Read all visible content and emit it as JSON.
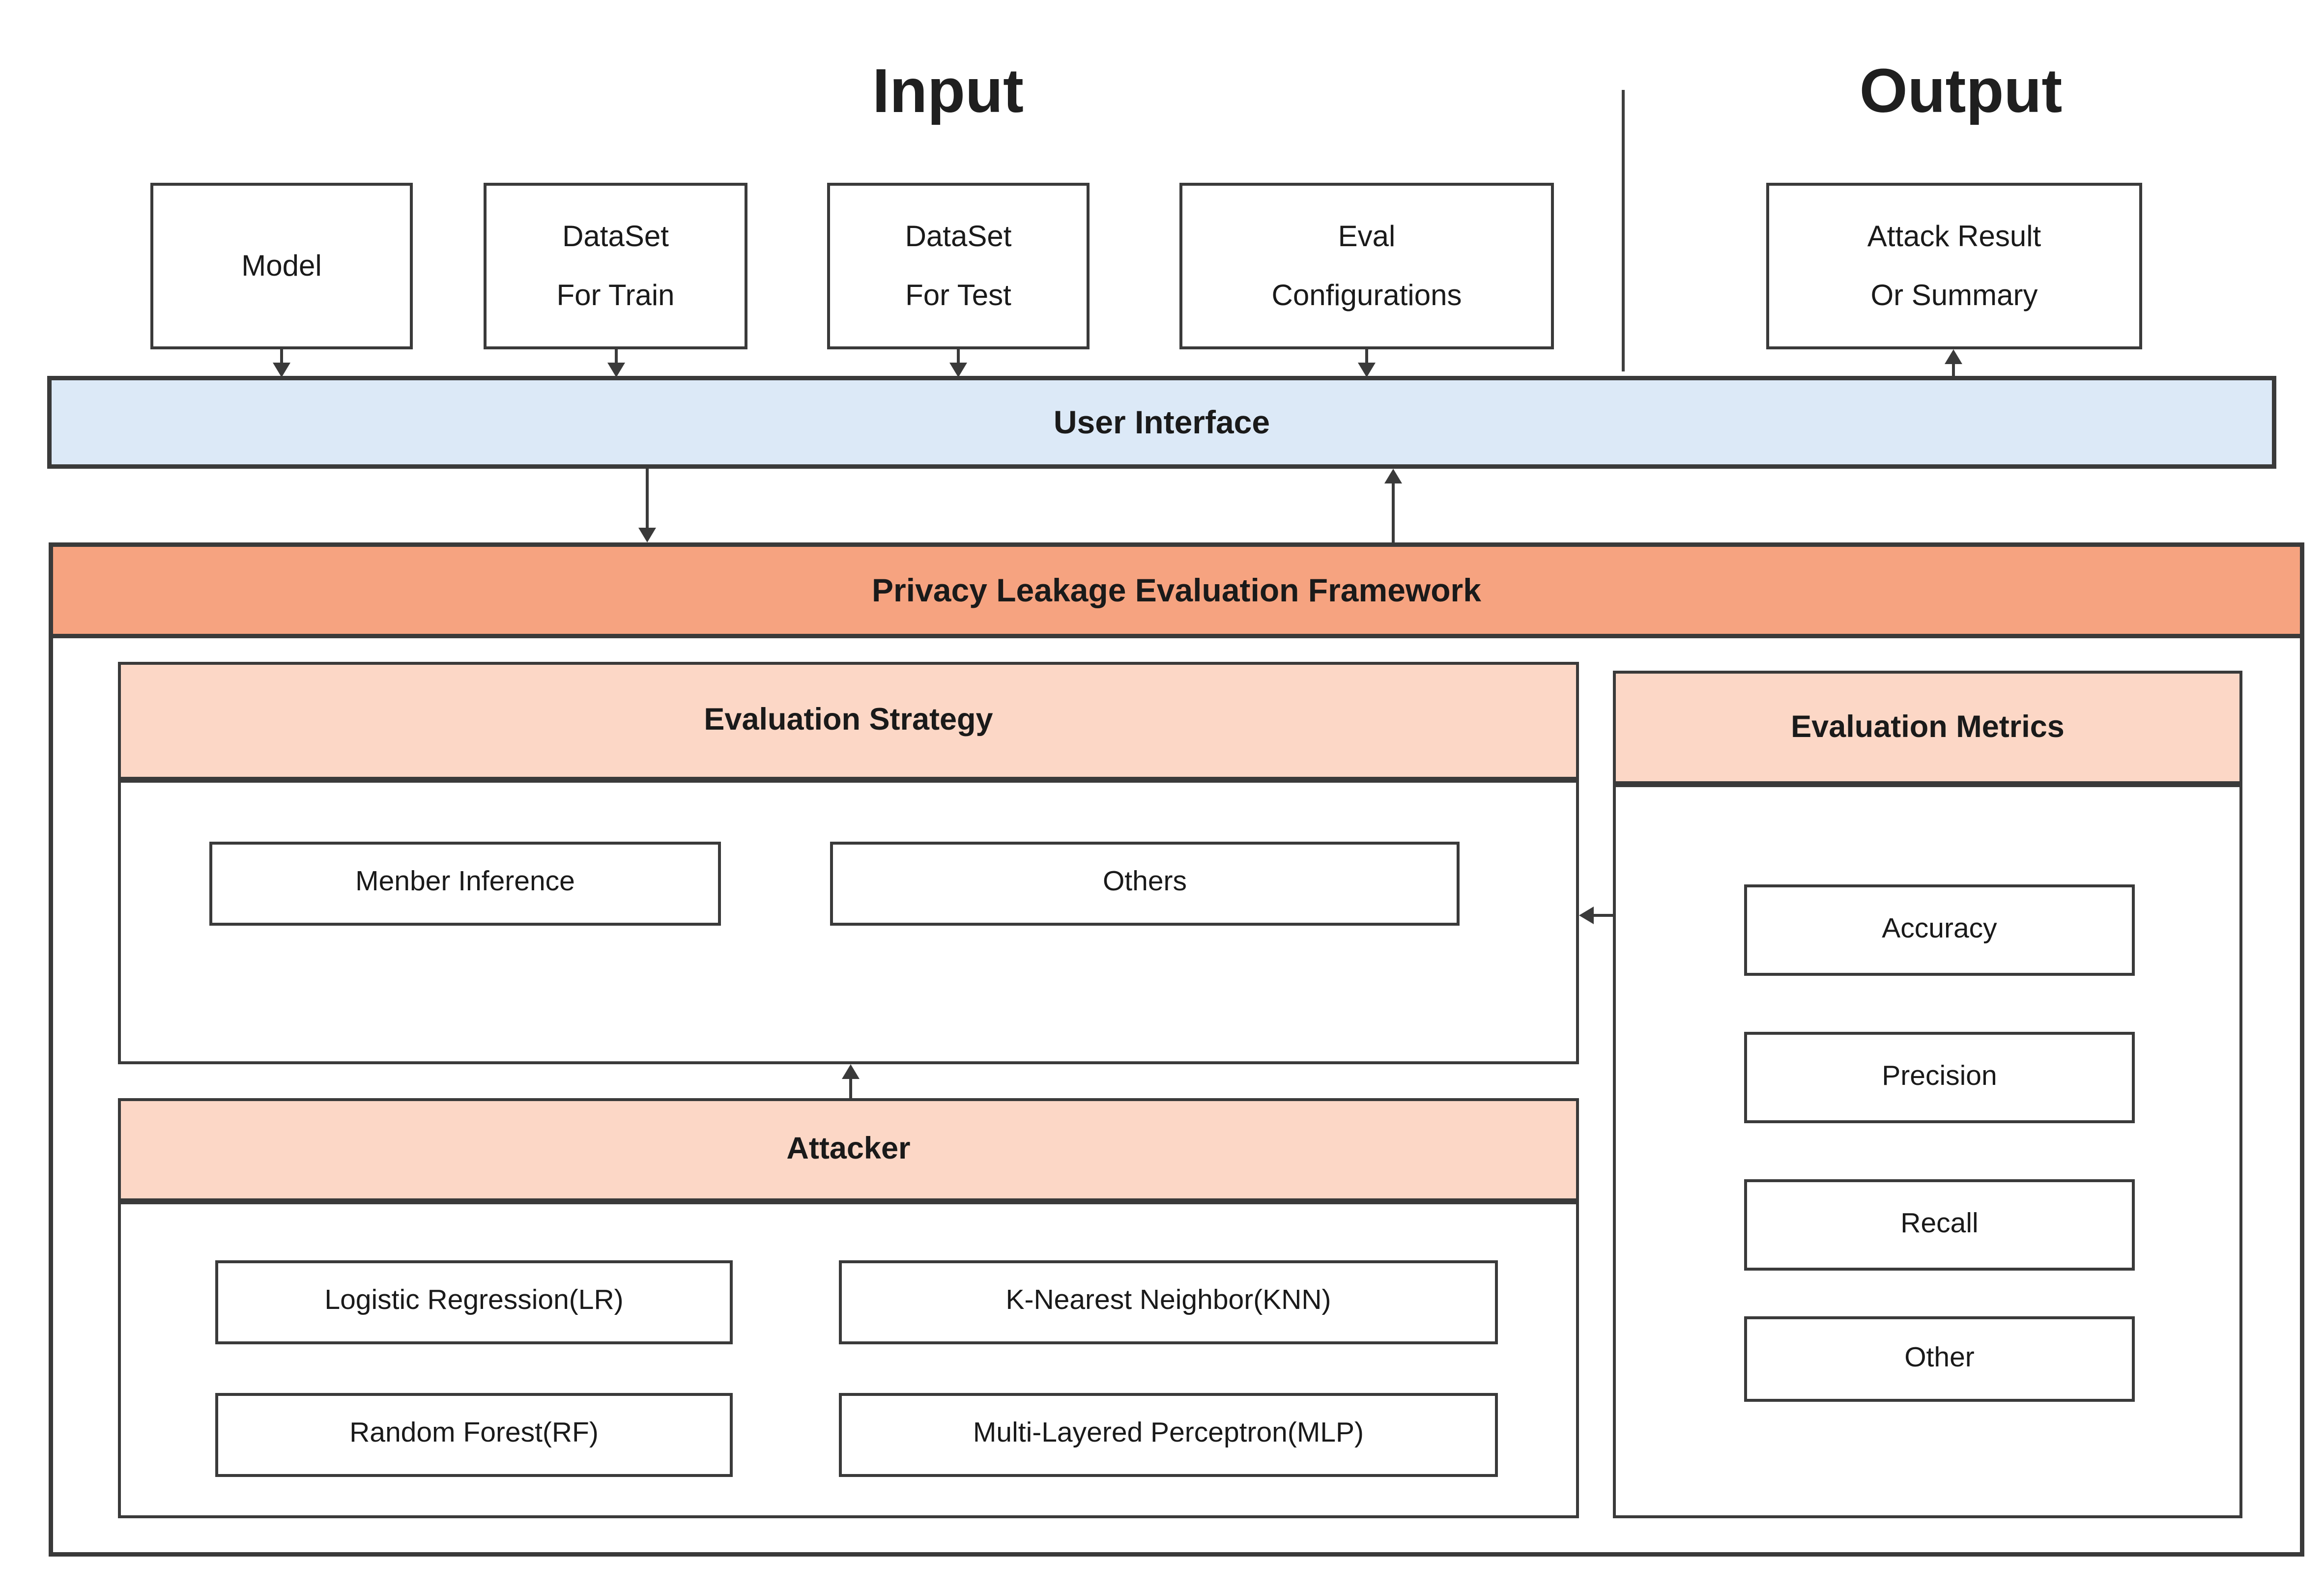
{
  "headings": {
    "input": "Input",
    "output": "Output"
  },
  "input_boxes": [
    {
      "label": "Model"
    },
    {
      "label": "DataSet\nFor Train"
    },
    {
      "label": "DataSet\nFor Test"
    },
    {
      "label": "Eval\nConfigurations"
    }
  ],
  "output_box": {
    "label": "Attack Result\nOr Summary"
  },
  "ui_bar": {
    "label": "User Interface"
  },
  "framework_bar": {
    "label": "Privacy Leakage Evaluation Framework"
  },
  "strategy": {
    "title": "Evaluation Strategy",
    "items": [
      {
        "label": "Menber Inference"
      },
      {
        "label": "Others"
      }
    ]
  },
  "attacker": {
    "title": "Attacker",
    "items": [
      {
        "label": "Logistic Regression(LR)"
      },
      {
        "label": "K-Nearest Neighbor(KNN)"
      },
      {
        "label": "Random Forest(RF)"
      },
      {
        "label": "Multi-Layered Perceptron(MLP)"
      }
    ]
  },
  "metrics": {
    "title": "Evaluation Metrics",
    "items": [
      {
        "label": "Accuracy"
      },
      {
        "label": "Precision"
      },
      {
        "label": "Recall"
      },
      {
        "label": "Other"
      }
    ]
  },
  "colors": {
    "ui_bar": "#dce9f7",
    "framework_bar": "#f6a380",
    "section_header": "#fcd7c6",
    "border": "#3a3a3a"
  }
}
